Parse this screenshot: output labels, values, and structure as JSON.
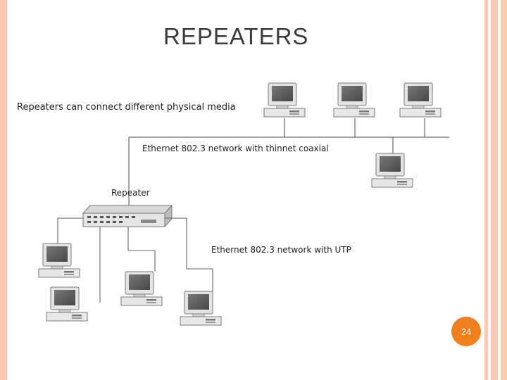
{
  "slide": {
    "title": "REPEATERS",
    "page_number": "24"
  },
  "diagram": {
    "caption": "Repeaters can connect different physical media",
    "thinnet_label": "Ethernet 802.3 network with thinnet coaxial",
    "repeater_label": "Repeater",
    "utp_label": "Ethernet 802.3 network with UTP"
  },
  "colors": {
    "border": "#f6c9b3",
    "badge": "#f07f1e"
  }
}
